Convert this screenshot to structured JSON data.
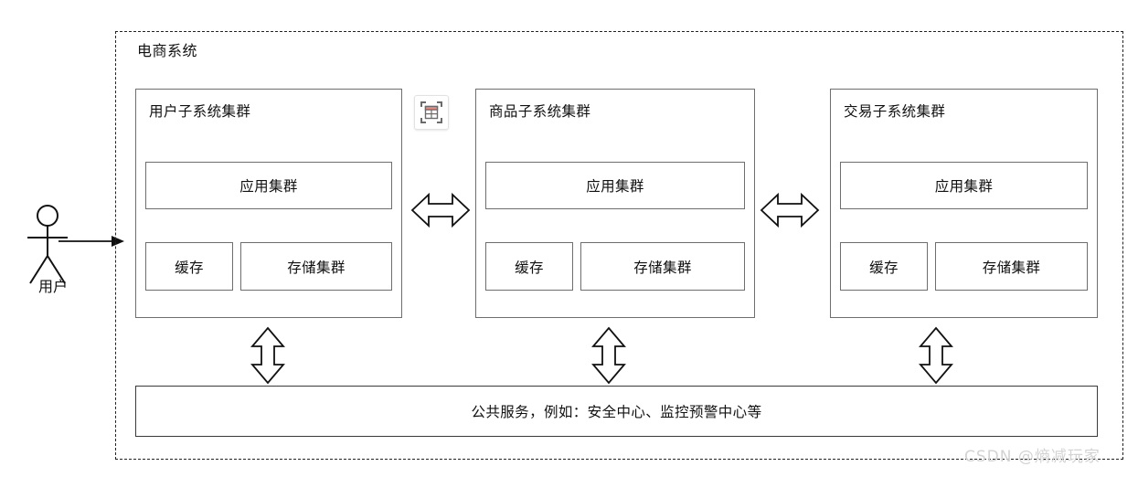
{
  "diagram": {
    "type": "architecture-block-diagram",
    "system_title": "电商系统",
    "actor": {
      "label": "用户",
      "icon": "uml-actor-stick-figure",
      "arrow": "arrow-right-into-system"
    },
    "subsystems": [
      {
        "title": "用户子系统集群",
        "app_cluster": "应用集群",
        "cache": "缓存",
        "storage": "存储集群"
      },
      {
        "title": "商品子系统集群",
        "app_cluster": "应用集群",
        "cache": "缓存",
        "storage": "存储集群"
      },
      {
        "title": "交易子系统集群",
        "app_cluster": "应用集群",
        "cache": "缓存",
        "storage": "存储集群"
      }
    ],
    "horizontal_connectors": [
      {
        "icon": "double-headed-horizontal-arrow",
        "between": [
          "用户子系统集群",
          "商品子系统集群"
        ]
      },
      {
        "icon": "double-headed-horizontal-arrow",
        "between": [
          "商品子系统集群",
          "交易子系统集群"
        ]
      }
    ],
    "vertical_connectors": [
      {
        "icon": "double-headed-vertical-arrow",
        "between": [
          "用户子系统集群",
          "公共服务"
        ]
      },
      {
        "icon": "double-headed-vertical-arrow",
        "between": [
          "商品子系统集群",
          "公共服务"
        ]
      },
      {
        "icon": "double-headed-vertical-arrow",
        "between": [
          "交易子系统集群",
          "公共服务"
        ]
      }
    ],
    "public_services": "公共服务，例如：安全中心、监控预警中心等"
  },
  "toolbar": {
    "icon_button_name": "insert-table-icon",
    "icon_accent_color": "#f08a80",
    "icon_stroke_color": "#6b6b6b"
  },
  "watermark": {
    "text": "CSDN @熵减玩家",
    "color": "#d3d3d3"
  }
}
